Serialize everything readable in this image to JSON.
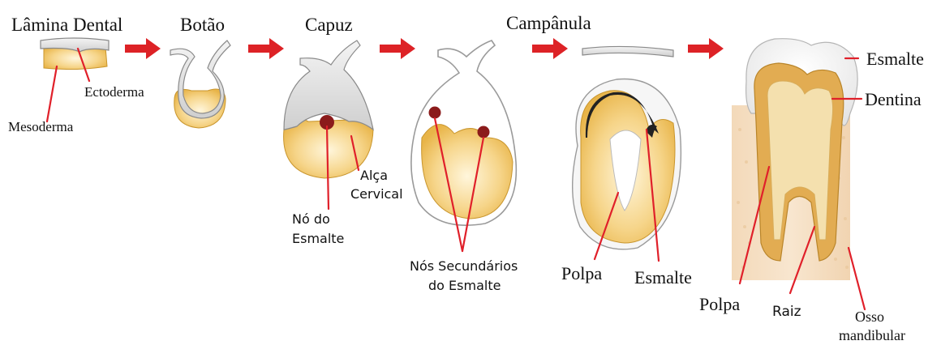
{
  "stages": {
    "lamina_dental": "Lâmina Dental",
    "botao": "Botão",
    "capuz": "Capuz",
    "campanula": "Campânula"
  },
  "labels": {
    "ectoderma": "Ectoderma",
    "mesoderma": "Mesoderma",
    "alca_line1": "Alça",
    "alca_line2": "Cervical",
    "no_line1": "Nó do",
    "no_line2": "Esmalte",
    "nos_line1": "Nós Secundários",
    "nos_line2": "do Esmalte",
    "polpa_bell": "Polpa",
    "esmalte_bell": "Esmalte",
    "esmalte_tooth": "Esmalte",
    "dentina": "Dentina",
    "polpa_tooth": "Polpa",
    "raiz": "Raiz",
    "osso_line1": "Osso",
    "osso_line2": "mandibular"
  },
  "colors": {
    "arrow": "#dd2226",
    "leader": "#e0202a",
    "mesenchyme": "#f1c870",
    "epithelium": "#ececec"
  }
}
